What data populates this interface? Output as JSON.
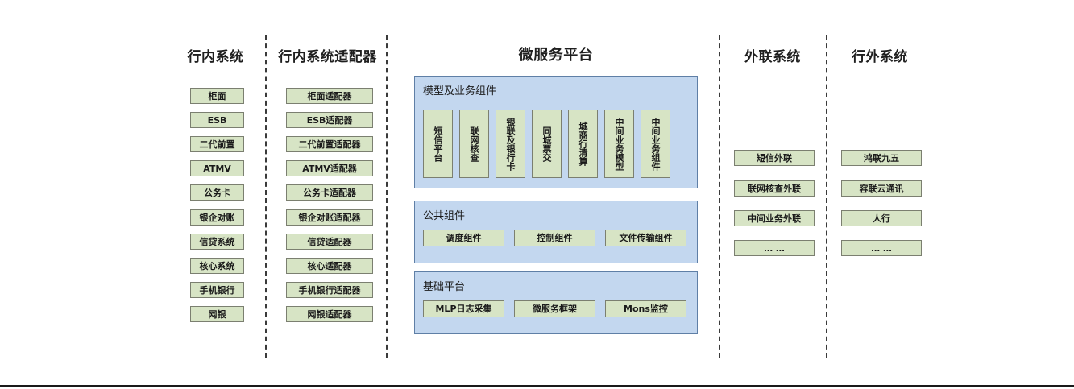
{
  "diagram": {
    "title_font_color": "#1f1f1f",
    "colors": {
      "node_fill": "#d7e4c5",
      "node_border": "#7b7f70",
      "panel_fill": "#c3d7ef",
      "panel_border": "#5f7fa6",
      "divider": "#3a3a3a",
      "rule": "#1a1a1a"
    },
    "columns": [
      {
        "id": "inhouse-systems",
        "title": "行内系统",
        "nodes": [
          "柜面",
          "ESB",
          "二代前置",
          "ATMV",
          "公务卡",
          "银企对账",
          "信贷系统",
          "核心系统",
          "手机银行",
          "网银"
        ]
      },
      {
        "id": "inhouse-adapters",
        "title": "行内系统适配器",
        "nodes": [
          "柜面适配器",
          "ESB适配器",
          "二代前置适配器",
          "ATMV适配器",
          "公务卡适配器",
          "银企对账适配器",
          "信贷适配器",
          "核心适配器",
          "手机银行适配器",
          "网银适配器"
        ]
      },
      {
        "id": "microservice-platform",
        "title": "微服务平台",
        "panels": [
          {
            "id": "model-business-components",
            "title": "模型及业务组件",
            "orientation": "vertical",
            "nodes": [
              "短信平台",
              "联网核查",
              "银联及银行卡",
              "同城票交",
              "城商行清算",
              "中间业务模型",
              "中间业务组件"
            ]
          },
          {
            "id": "public-components",
            "title": "公共组件",
            "orientation": "horizontal",
            "nodes": [
              "调度组件",
              "控制组件",
              "文件传输组件"
            ]
          },
          {
            "id": "base-platform",
            "title": "基础平台",
            "orientation": "horizontal",
            "nodes": [
              "MLP日志采集",
              "微服务框架",
              "Mons监控"
            ]
          }
        ]
      },
      {
        "id": "external-link-systems",
        "title": "外联系统",
        "nodes": [
          "短信外联",
          "联网核查外联",
          "中间业务外联",
          "… …"
        ]
      },
      {
        "id": "outside-bank-systems",
        "title": "行外系统",
        "nodes": [
          "鸿联九五",
          "容联云通讯",
          "人行",
          "… …"
        ]
      }
    ]
  }
}
